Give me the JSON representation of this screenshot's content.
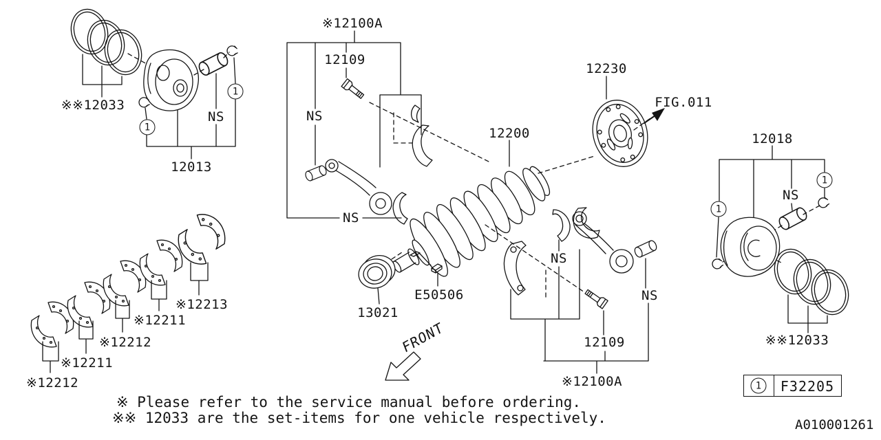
{
  "figure": {
    "doc_code": "A010001261",
    "fig_ref": "FIG.011",
    "front_label": "FRONT",
    "marker_one": "1",
    "legend": {
      "marker": "1",
      "code": "F32205"
    },
    "notes": {
      "line1": "※ Please refer to the service manual before ordering.",
      "line2": "※※ 12033 are the set-items for one vehicle respectively."
    },
    "labels": {
      "rings_left": "※※12033",
      "piston_left": "12013",
      "ns": "NS",
      "conrod_set_top": "※12100A",
      "bolt_top": "12109",
      "crankshaft": "12200",
      "drive_plate": "12230",
      "piston_right": "12018",
      "rings_right": "※※12033",
      "key": "E50506",
      "sprocket": "13021",
      "bolt_bottom": "12109",
      "conrod_set_bottom": "※12100A",
      "bearing_set1": "※12212",
      "bearing_set2": "※12211",
      "bearing_set3": "※12212",
      "bearing_set4": "※12211",
      "bearing_set5": "※12213"
    }
  }
}
